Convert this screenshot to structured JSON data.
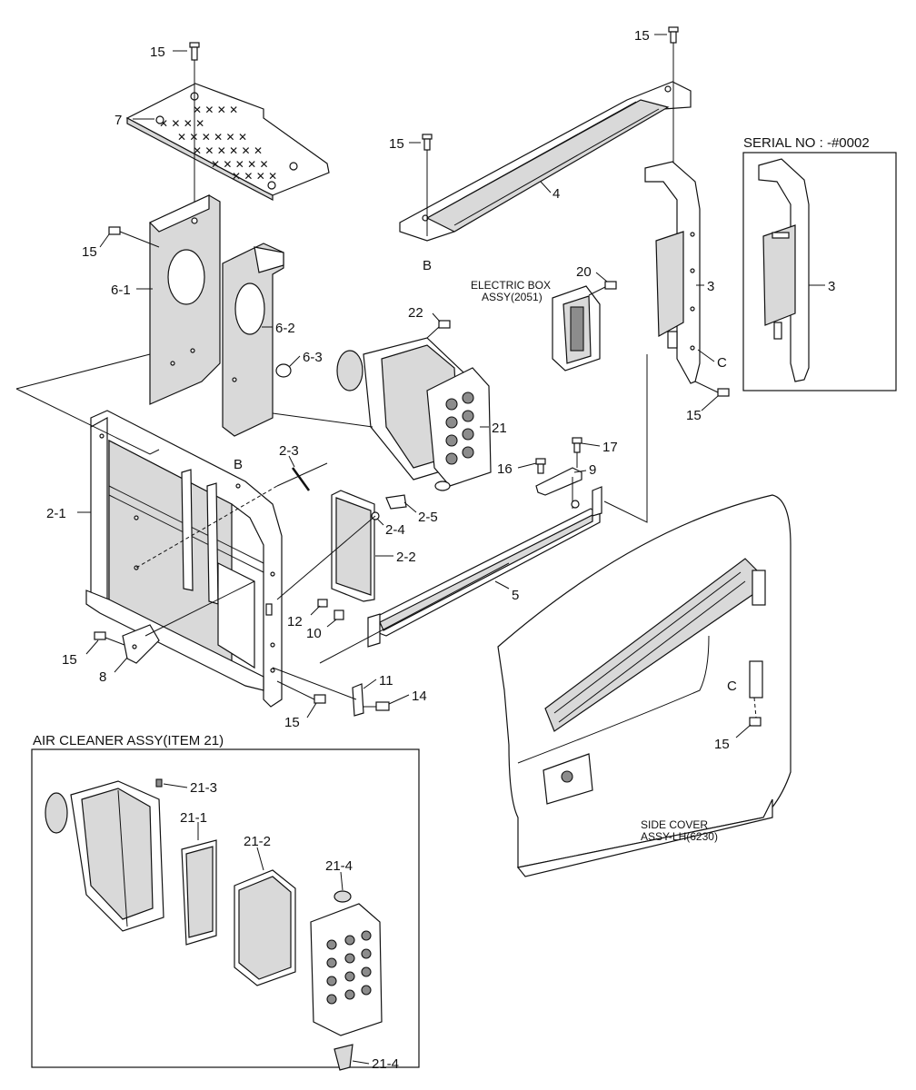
{
  "titles": {
    "serial_no": "SERIAL NO : -#0002",
    "electric_box_line1": "ELECTRIC BOX",
    "electric_box_line2": "ASSY(2051)",
    "air_cleaner": "AIR CLEANER ASSY(ITEM 21)",
    "side_cover_line1": "SIDE COVER",
    "side_cover_line2": "ASSY-LH(6230)"
  },
  "callouts": {
    "c15_top_left": "15",
    "c7": "7",
    "c15_top_right": "15",
    "c15_mid": "15",
    "c4": "4",
    "c_b_upper": "B",
    "c15_left": "15",
    "c6_1": "6-1",
    "c6_2": "6-2",
    "c6_3": "6-3",
    "c20": "20",
    "c22": "22",
    "c3_main": "3",
    "c3_inset": "3",
    "c_c_upper": "C",
    "c15_right_mid": "15",
    "c21": "21",
    "c17": "17",
    "c16": "16",
    "c9": "9",
    "c_b_lower": "B",
    "c2_3": "2-3",
    "c2_1": "2-1",
    "c2_4": "2-4",
    "c2_5": "2-5",
    "c2_2": "2-2",
    "c5": "5",
    "c12": "12",
    "c10": "10",
    "c15_lower_left": "15",
    "c8": "8",
    "c11": "11",
    "c14": "14",
    "c15_bottom": "15",
    "c_c_lower": "C",
    "c15_cover": "15",
    "c21_3": "21-3",
    "c21_1": "21-1",
    "c21_2": "21-2",
    "c21_4_top": "21-4",
    "c21_4_bottom": "21-4"
  }
}
